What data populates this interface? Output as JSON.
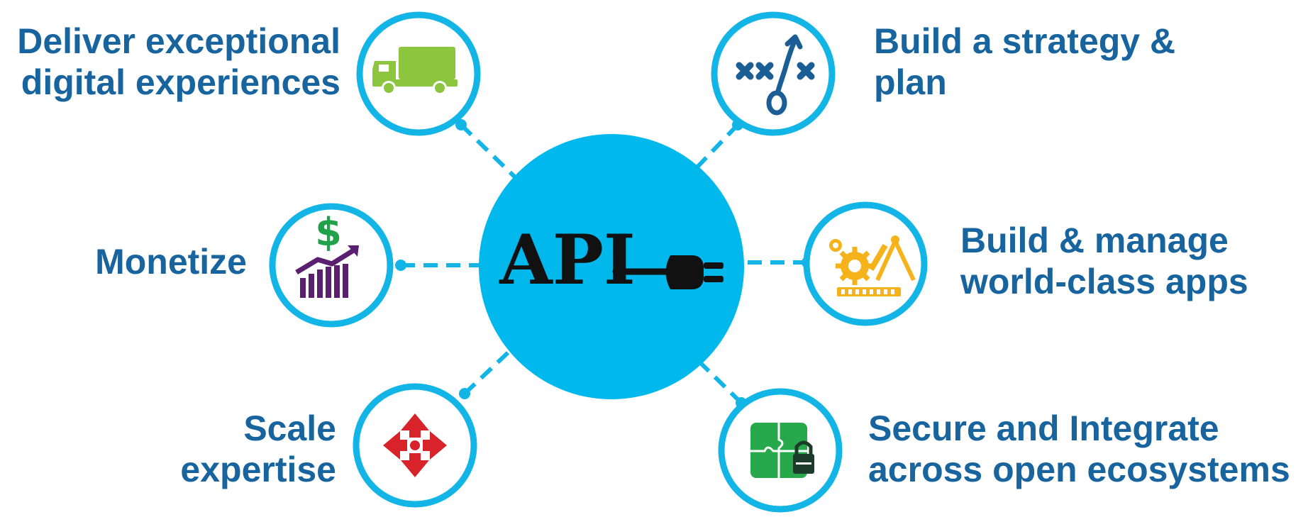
{
  "center": {
    "text": "API",
    "fill_color": "#00b8ec",
    "text_color": "#111111"
  },
  "colors": {
    "ring": "#12b5e6",
    "connector": "#12b5e6",
    "label": "#17649e"
  },
  "nodes": {
    "deliver": {
      "icon": "truck-icon",
      "icon_color": "#8cc63f",
      "lines": [
        "Deliver exceptional",
        "digital experiences"
      ]
    },
    "strategy": {
      "icon": "strategy-play-icon",
      "icon_color": "#1b5e96",
      "lines": [
        "Build a strategy &",
        "plan"
      ]
    },
    "monetize": {
      "icon": "dollar-growth-chart-icon",
      "icon_color": "#5b1f6f",
      "accent_color": "#21a24a",
      "lines": [
        "Monetize"
      ]
    },
    "apps": {
      "icon": "gears-and-tools-icon",
      "icon_color": "#f5b21a",
      "lines": [
        "Build & manage",
        "world-class apps"
      ]
    },
    "scale": {
      "icon": "expand-arrows-icon",
      "icon_color": "#d8232a",
      "lines": [
        "Scale",
        "expertise"
      ]
    },
    "secure": {
      "icon": "puzzle-lock-icon",
      "icon_color": "#27a84a",
      "lines": [
        "Secure and Integrate",
        "across open ecosystems"
      ]
    }
  }
}
